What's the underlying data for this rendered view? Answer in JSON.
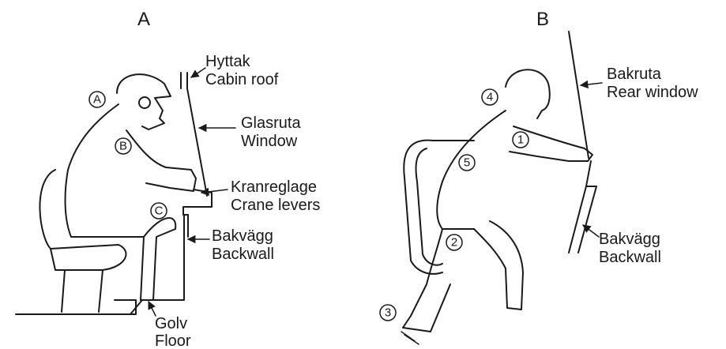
{
  "panel_a": {
    "letter": "A",
    "labels": {
      "cabin_roof": [
        "Hyttak",
        "Cabin roof"
      ],
      "window": [
        "Glasruta",
        "Window"
      ],
      "crane_levers": [
        "Kranreglage",
        "Crane levers"
      ],
      "backwall": [
        "Bakvägg",
        "Backwall"
      ],
      "floor": [
        "Golv",
        "Floor"
      ]
    },
    "markers": [
      "A",
      "B",
      "C"
    ]
  },
  "panel_b": {
    "letter": "B",
    "labels": {
      "rear_window": [
        "Bakruta",
        "Rear window"
      ],
      "backwall": [
        "Bakvägg",
        "Backwall"
      ]
    },
    "markers": [
      "1",
      "2",
      "3",
      "4",
      "5"
    ]
  }
}
